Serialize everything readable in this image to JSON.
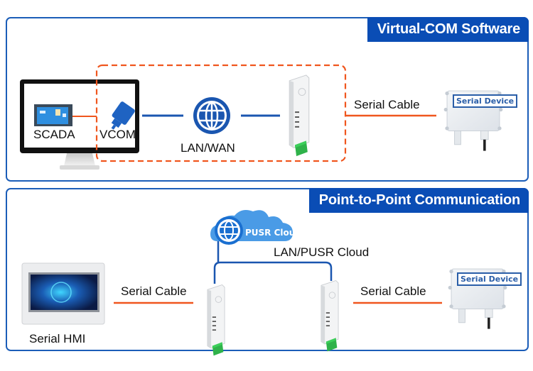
{
  "colors": {
    "frame": "#1b5db8",
    "banner": "#0a4db5",
    "serial_line": "#f0561e",
    "network_line": "#1a56b0",
    "dashed_box": "#f0561e"
  },
  "panel_virtual_com": {
    "title": "Virtual-COM Software",
    "scada_label": "SCADA",
    "vcom_label": "VCOM",
    "network_label": "LAN/WAN",
    "cable_label": "Serial Cable",
    "device_badge": "Serial Device"
  },
  "panel_p2p": {
    "title": "Point-to-Point Communication",
    "cloud_badge": "PUSR Cloud",
    "network_label": "LAN/PUSR Cloud",
    "cable_left_label": "Serial Cable",
    "cable_right_label": "Serial Cable",
    "hmi_label": "Serial HMI",
    "device_badge": "Serial Device"
  },
  "icons": {
    "globe": "globe-network-icon",
    "cloud": "cloud-icon",
    "serial_connector": "db9-connector-icon",
    "serial_server": "serial-device-server-icon",
    "monitor": "computer-monitor-icon",
    "hmi": "touch-panel-icon",
    "serial_device": "serial-device-box-icon"
  }
}
